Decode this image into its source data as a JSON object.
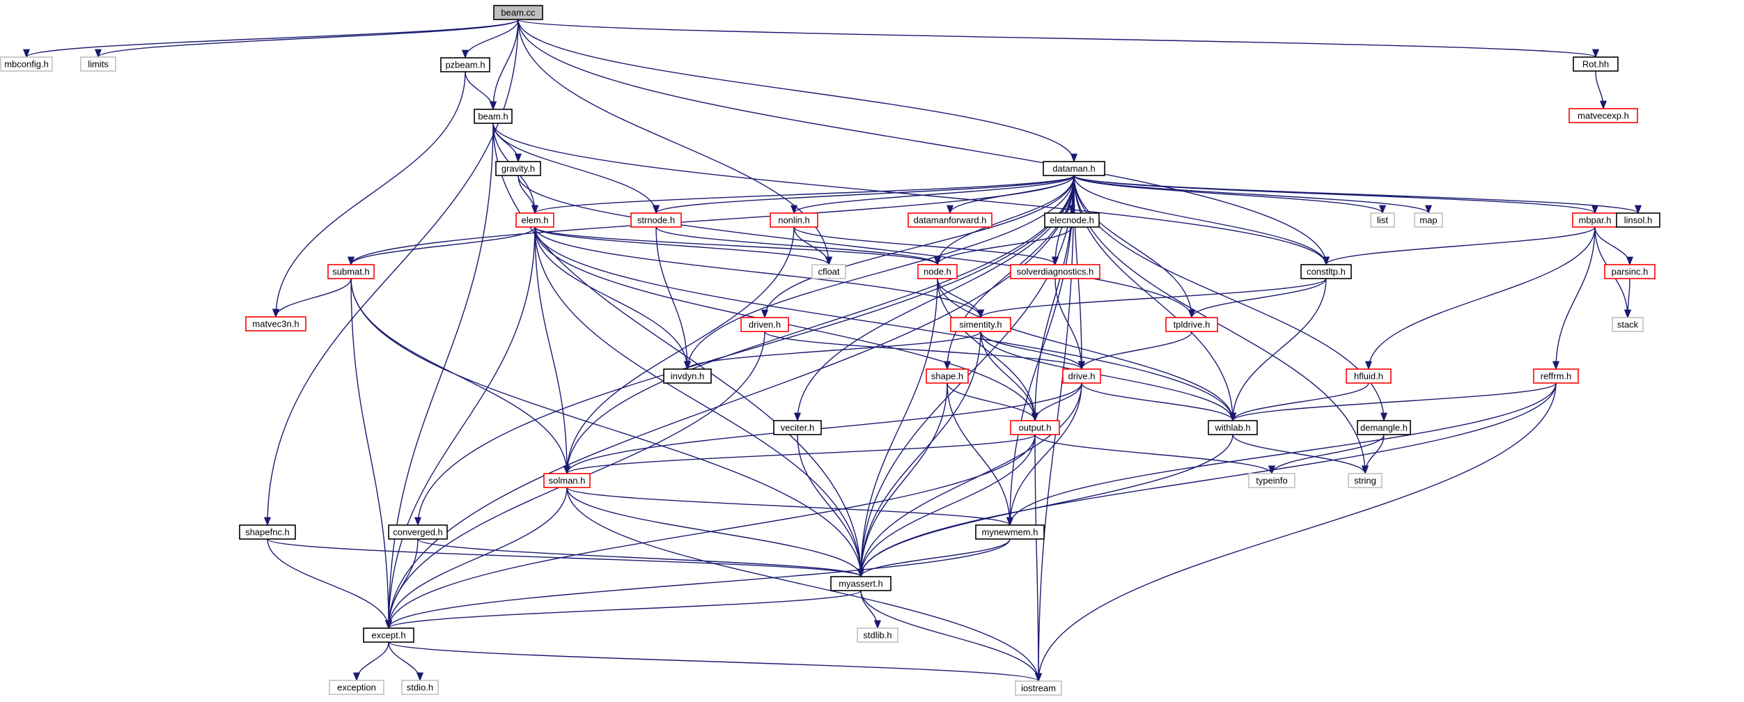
{
  "diagram": {
    "type": "include-dependency-graph",
    "colors": {
      "edge": "#191970",
      "root_fill": "#bfbfbf",
      "border_normal": "#000000",
      "border_truncated": "#ff0000",
      "border_system": "#bfbfbf",
      "fill": "#ffffff"
    },
    "nodes": [
      {
        "id": "beam_cc",
        "label": "beam.cc",
        "kind": "root"
      },
      {
        "id": "mbconfig",
        "label": "mbconfig.h",
        "kind": "system"
      },
      {
        "id": "limits",
        "label": "limits",
        "kind": "system"
      },
      {
        "id": "pzbeam",
        "label": "pzbeam.h",
        "kind": "normal"
      },
      {
        "id": "rot",
        "label": "Rot.hh",
        "kind": "normal"
      },
      {
        "id": "matvecexp",
        "label": "matvecexp.h",
        "kind": "truncated"
      },
      {
        "id": "beam_h",
        "label": "beam.h",
        "kind": "normal"
      },
      {
        "id": "gravity",
        "label": "gravity.h",
        "kind": "normal"
      },
      {
        "id": "dataman",
        "label": "dataman.h",
        "kind": "normal"
      },
      {
        "id": "elem",
        "label": "elem.h",
        "kind": "truncated"
      },
      {
        "id": "strnode",
        "label": "strnode.h",
        "kind": "truncated"
      },
      {
        "id": "nonlin",
        "label": "nonlin.h",
        "kind": "truncated"
      },
      {
        "id": "datamanforward",
        "label": "datamanforward.h",
        "kind": "truncated"
      },
      {
        "id": "elecnode",
        "label": "elecnode.h",
        "kind": "normal"
      },
      {
        "id": "list",
        "label": "list",
        "kind": "system"
      },
      {
        "id": "map",
        "label": "map",
        "kind": "system"
      },
      {
        "id": "mbpar",
        "label": "mbpar.h",
        "kind": "truncated"
      },
      {
        "id": "linsol",
        "label": "linsol.h",
        "kind": "normal"
      },
      {
        "id": "submat",
        "label": "submat.h",
        "kind": "truncated"
      },
      {
        "id": "cfloat",
        "label": "cfloat",
        "kind": "system"
      },
      {
        "id": "node",
        "label": "node.h",
        "kind": "truncated"
      },
      {
        "id": "solverdiag",
        "label": "solverdiagnostics.h",
        "kind": "truncated"
      },
      {
        "id": "constltp",
        "label": "constltp.h",
        "kind": "normal"
      },
      {
        "id": "parsinc",
        "label": "parsinc.h",
        "kind": "truncated"
      },
      {
        "id": "matvec3n",
        "label": "matvec3n.h",
        "kind": "truncated"
      },
      {
        "id": "driven",
        "label": "driven.h",
        "kind": "truncated"
      },
      {
        "id": "simentity",
        "label": "simentity.h",
        "kind": "truncated"
      },
      {
        "id": "tpldrive",
        "label": "tpldrive.h",
        "kind": "truncated"
      },
      {
        "id": "stack",
        "label": "stack",
        "kind": "system"
      },
      {
        "id": "invdyn",
        "label": "invdyn.h",
        "kind": "normal"
      },
      {
        "id": "shape",
        "label": "shape.h",
        "kind": "truncated"
      },
      {
        "id": "drive",
        "label": "drive.h",
        "kind": "truncated"
      },
      {
        "id": "hfluid",
        "label": "hfluid.h",
        "kind": "truncated"
      },
      {
        "id": "reffrm",
        "label": "reffrm.h",
        "kind": "truncated"
      },
      {
        "id": "veciter",
        "label": "veciter.h",
        "kind": "normal"
      },
      {
        "id": "output",
        "label": "output.h",
        "kind": "truncated"
      },
      {
        "id": "withlab",
        "label": "withlab.h",
        "kind": "normal"
      },
      {
        "id": "demangle",
        "label": "demangle.h",
        "kind": "normal"
      },
      {
        "id": "solman",
        "label": "solman.h",
        "kind": "truncated"
      },
      {
        "id": "typeinfo",
        "label": "typeinfo",
        "kind": "system"
      },
      {
        "id": "string",
        "label": "string",
        "kind": "system"
      },
      {
        "id": "shapefnc",
        "label": "shapefnc.h",
        "kind": "normal"
      },
      {
        "id": "converged",
        "label": "converged.h",
        "kind": "normal"
      },
      {
        "id": "mynewmem",
        "label": "mynewmem.h",
        "kind": "normal"
      },
      {
        "id": "myassert",
        "label": "myassert.h",
        "kind": "normal"
      },
      {
        "id": "except",
        "label": "except.h",
        "kind": "normal"
      },
      {
        "id": "stdlib",
        "label": "stdlib.h",
        "kind": "system"
      },
      {
        "id": "exception",
        "label": "exception",
        "kind": "system"
      },
      {
        "id": "stdio",
        "label": "stdio.h",
        "kind": "system"
      },
      {
        "id": "iostream",
        "label": "iostream",
        "kind": "system"
      }
    ],
    "edges": [
      [
        "beam_cc",
        "mbconfig"
      ],
      [
        "beam_cc",
        "limits"
      ],
      [
        "beam_cc",
        "pzbeam"
      ],
      [
        "beam_cc",
        "beam_h"
      ],
      [
        "beam_cc",
        "rot"
      ],
      [
        "beam_cc",
        "dataman"
      ],
      [
        "beam_cc",
        "constltp"
      ],
      [
        "beam_cc",
        "shapefnc"
      ],
      [
        "beam_cc",
        "cfloat"
      ],
      [
        "rot",
        "matvecexp"
      ],
      [
        "pzbeam",
        "beam_h"
      ],
      [
        "pzbeam",
        "matvec3n"
      ],
      [
        "beam_h",
        "gravity"
      ],
      [
        "beam_h",
        "elem"
      ],
      [
        "beam_h",
        "strnode"
      ],
      [
        "beam_h",
        "constltp"
      ],
      [
        "beam_h",
        "except"
      ],
      [
        "beam_h",
        "myassert"
      ],
      [
        "gravity",
        "elem"
      ],
      [
        "gravity",
        "tpldrive"
      ],
      [
        "dataman",
        "elem"
      ],
      [
        "dataman",
        "strnode"
      ],
      [
        "dataman",
        "nonlin"
      ],
      [
        "dataman",
        "datamanforward"
      ],
      [
        "dataman",
        "elecnode"
      ],
      [
        "dataman",
        "list"
      ],
      [
        "dataman",
        "map"
      ],
      [
        "dataman",
        "mbpar"
      ],
      [
        "dataman",
        "linsol"
      ],
      [
        "dataman",
        "submat"
      ],
      [
        "dataman",
        "node"
      ],
      [
        "dataman",
        "solverdiag"
      ],
      [
        "dataman",
        "constltp"
      ],
      [
        "dataman",
        "tpldrive"
      ],
      [
        "dataman",
        "driven"
      ],
      [
        "dataman",
        "invdyn"
      ],
      [
        "dataman",
        "shape"
      ],
      [
        "dataman",
        "drive"
      ],
      [
        "dataman",
        "output"
      ],
      [
        "dataman",
        "veciter"
      ],
      [
        "dataman",
        "withlab"
      ],
      [
        "dataman",
        "demangle"
      ],
      [
        "dataman",
        "solman"
      ],
      [
        "dataman",
        "converged"
      ],
      [
        "dataman",
        "mynewmem"
      ],
      [
        "dataman",
        "myassert"
      ],
      [
        "dataman",
        "except"
      ],
      [
        "dataman",
        "iostream"
      ],
      [
        "dataman",
        "string"
      ],
      [
        "elem",
        "submat"
      ],
      [
        "elem",
        "node"
      ],
      [
        "elem",
        "invdyn"
      ],
      [
        "elem",
        "simentity"
      ],
      [
        "elem",
        "output"
      ],
      [
        "elem",
        "solman"
      ],
      [
        "elem",
        "myassert"
      ],
      [
        "elem",
        "except"
      ],
      [
        "elem",
        "cfloat"
      ],
      [
        "elem",
        "withlab"
      ],
      [
        "strnode",
        "node"
      ],
      [
        "strnode",
        "invdyn"
      ],
      [
        "nonlin",
        "cfloat"
      ],
      [
        "nonlin",
        "solman"
      ],
      [
        "nonlin",
        "solverdiag"
      ],
      [
        "elecnode",
        "node"
      ],
      [
        "mbpar",
        "constltp"
      ],
      [
        "mbpar",
        "parsinc"
      ],
      [
        "mbpar",
        "stack"
      ],
      [
        "mbpar",
        "reffrm"
      ],
      [
        "mbpar",
        "hfluid"
      ],
      [
        "submat",
        "matvec3n"
      ],
      [
        "submat",
        "solman"
      ],
      [
        "submat",
        "myassert"
      ],
      [
        "submat",
        "except"
      ],
      [
        "node",
        "simentity"
      ],
      [
        "node",
        "output"
      ],
      [
        "node",
        "withlab"
      ],
      [
        "node",
        "myassert"
      ],
      [
        "solverdiag",
        "drive"
      ],
      [
        "constltp",
        "simentity"
      ],
      [
        "constltp",
        "tpldrive"
      ],
      [
        "constltp",
        "withlab"
      ],
      [
        "parsinc",
        "stack"
      ],
      [
        "driven",
        "drive"
      ],
      [
        "driven",
        "except"
      ],
      [
        "simentity",
        "invdyn"
      ],
      [
        "simentity",
        "drive"
      ],
      [
        "simentity",
        "output"
      ],
      [
        "simentity",
        "withlab"
      ],
      [
        "simentity",
        "myassert"
      ],
      [
        "tpldrive",
        "drive"
      ],
      [
        "shape",
        "output"
      ],
      [
        "shape",
        "mynewmem"
      ],
      [
        "shape",
        "myassert"
      ],
      [
        "drive",
        "output"
      ],
      [
        "drive",
        "withlab"
      ],
      [
        "drive",
        "solman"
      ],
      [
        "drive",
        "mynewmem"
      ],
      [
        "drive",
        "myassert"
      ],
      [
        "hfluid",
        "withlab"
      ],
      [
        "reffrm",
        "withlab"
      ],
      [
        "reffrm",
        "mynewmem"
      ],
      [
        "reffrm",
        "myassert"
      ],
      [
        "reffrm",
        "iostream"
      ],
      [
        "veciter",
        "myassert"
      ],
      [
        "output",
        "solman"
      ],
      [
        "output",
        "typeinfo"
      ],
      [
        "output",
        "myassert"
      ],
      [
        "output",
        "except"
      ],
      [
        "output",
        "iostream"
      ],
      [
        "withlab",
        "myassert"
      ],
      [
        "withlab",
        "string"
      ],
      [
        "demangle",
        "typeinfo"
      ],
      [
        "demangle",
        "string"
      ],
      [
        "solman",
        "mynewmem"
      ],
      [
        "solman",
        "myassert"
      ],
      [
        "solman",
        "except"
      ],
      [
        "solman",
        "iostream"
      ],
      [
        "shapefnc",
        "myassert"
      ],
      [
        "shapefnc",
        "except"
      ],
      [
        "converged",
        "myassert"
      ],
      [
        "converged",
        "except"
      ],
      [
        "mynewmem",
        "myassert"
      ],
      [
        "mynewmem",
        "except"
      ],
      [
        "myassert",
        "stdlib"
      ],
      [
        "myassert",
        "except"
      ],
      [
        "myassert",
        "iostream"
      ],
      [
        "except",
        "exception"
      ],
      [
        "except",
        "stdio"
      ],
      [
        "except",
        "iostream"
      ]
    ]
  }
}
